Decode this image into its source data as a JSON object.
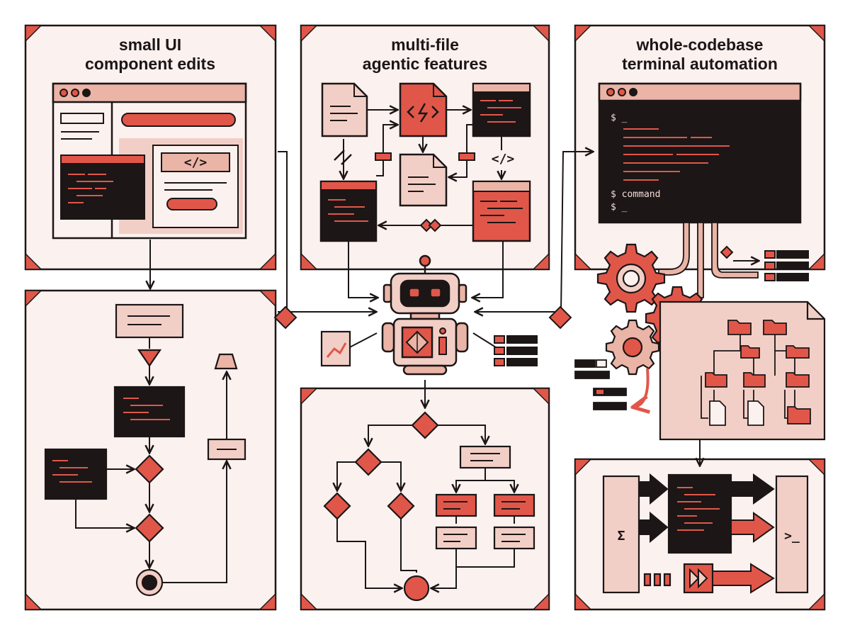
{
  "panels": {
    "ui": {
      "title_line1": "small UI",
      "title_line2": "component edits"
    },
    "agentic": {
      "title_line1": "multi-file",
      "title_line2": "agentic features"
    },
    "terminal": {
      "title_line1": "whole-codebase",
      "title_line2": "terminal automation"
    }
  },
  "terminal": {
    "prompt1": "$ _",
    "prompt2": "$ command",
    "prompt3": "$ _"
  },
  "glyphs": {
    "code": "</>",
    "sigma": "Σ",
    "shell": ">_"
  },
  "colors": {
    "background": "#fbf1ef",
    "accent": "#e0574a",
    "ink": "#1c1616",
    "pale": "#f2cfc6",
    "mid": "#eab4a6"
  }
}
